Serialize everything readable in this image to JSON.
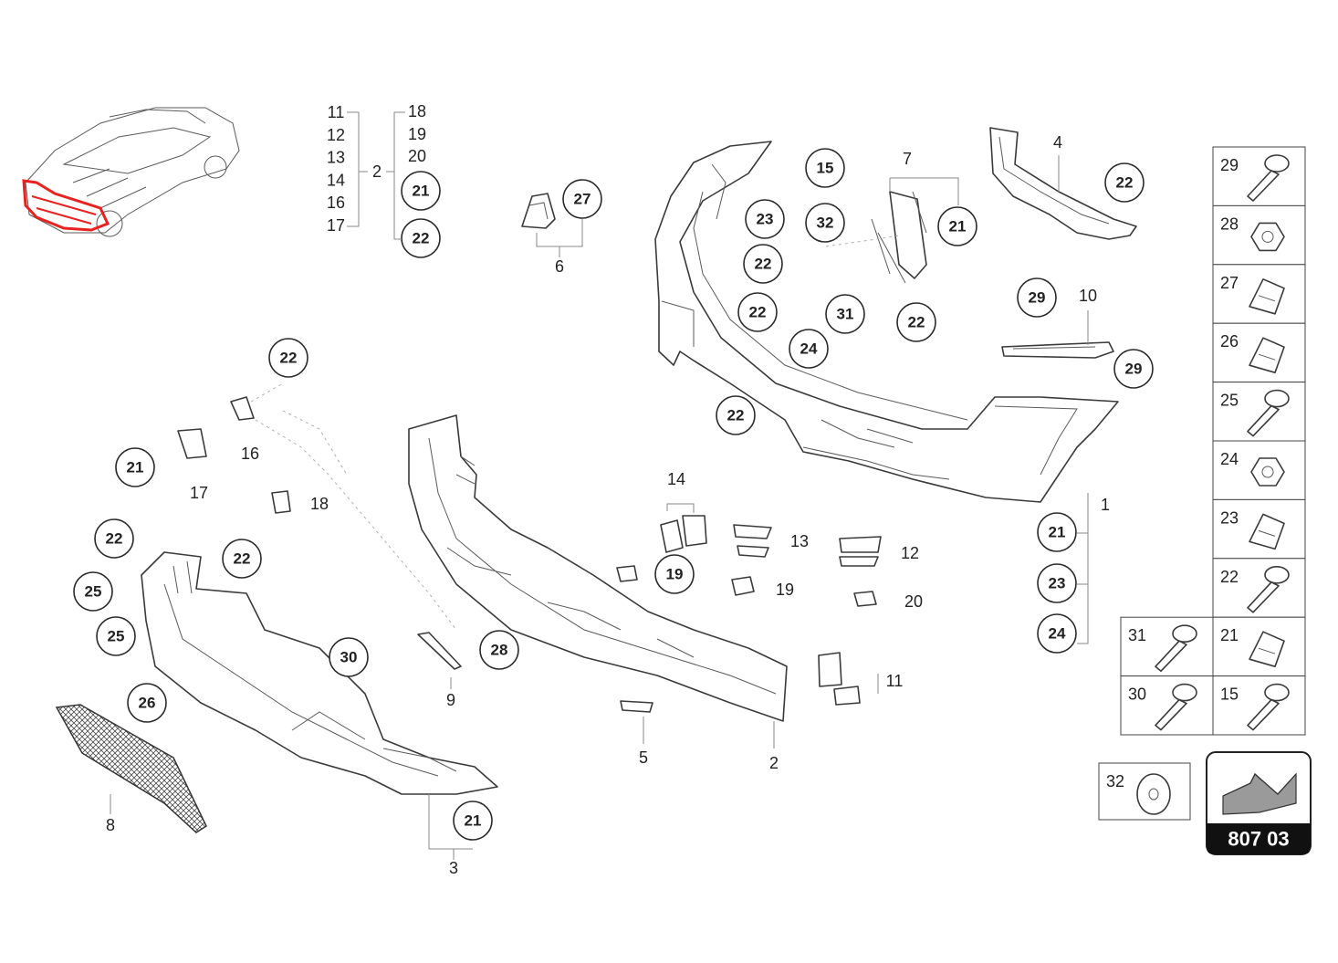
{
  "diagram": {
    "reference_code": "807 03",
    "group_list": {
      "assembly_number": "2",
      "left_items": [
        "11",
        "12",
        "13",
        "14",
        "16",
        "17"
      ],
      "right_items": [
        "18",
        "19",
        "20",
        "21",
        "22"
      ],
      "right_items_circled": [
        "21",
        "22"
      ]
    },
    "callouts": [
      {
        "id": "c-27",
        "label": "27",
        "circled": true
      },
      {
        "id": "c-6",
        "label": "6",
        "circled": false
      },
      {
        "id": "c-15",
        "label": "15",
        "circled": true
      },
      {
        "id": "c-7",
        "label": "7",
        "circled": false
      },
      {
        "id": "c-4",
        "label": "4",
        "circled": false
      },
      {
        "id": "c-22a",
        "label": "22",
        "circled": true
      },
      {
        "id": "c-23a",
        "label": "23",
        "circled": true
      },
      {
        "id": "c-32",
        "label": "32",
        "circled": true
      },
      {
        "id": "c-21a",
        "label": "21",
        "circled": true
      },
      {
        "id": "c-22b",
        "label": "22",
        "circled": true
      },
      {
        "id": "c-22c",
        "label": "22",
        "circled": true
      },
      {
        "id": "c-31",
        "label": "31",
        "circled": true
      },
      {
        "id": "c-22d",
        "label": "22",
        "circled": true
      },
      {
        "id": "c-29a",
        "label": "29",
        "circled": true
      },
      {
        "id": "c-10",
        "label": "10",
        "circled": false
      },
      {
        "id": "c-24a",
        "label": "24",
        "circled": true
      },
      {
        "id": "c-29b",
        "label": "29",
        "circled": true
      },
      {
        "id": "c-22e",
        "label": "22",
        "circled": true
      },
      {
        "id": "c-22f",
        "label": "22",
        "circled": true
      },
      {
        "id": "c-21b",
        "label": "21",
        "circled": true
      },
      {
        "id": "c-16",
        "label": "16",
        "circled": false
      },
      {
        "id": "c-17",
        "label": "17",
        "circled": false
      },
      {
        "id": "c-18",
        "label": "18",
        "circled": false
      },
      {
        "id": "c-14",
        "label": "14",
        "circled": false
      },
      {
        "id": "c-13",
        "label": "13",
        "circled": false
      },
      {
        "id": "c-12",
        "label": "12",
        "circled": false
      },
      {
        "id": "c-1",
        "label": "1",
        "circled": false
      },
      {
        "id": "c-21c",
        "label": "21",
        "circled": true
      },
      {
        "id": "c-22g",
        "label": "22",
        "circled": true
      },
      {
        "id": "c-22h",
        "label": "22",
        "circled": true
      },
      {
        "id": "c-25a",
        "label": "25",
        "circled": true
      },
      {
        "id": "c-25b",
        "label": "25",
        "circled": true
      },
      {
        "id": "c-19a",
        "label": "19",
        "circled": true
      },
      {
        "id": "c-19b",
        "label": "19",
        "circled": false
      },
      {
        "id": "c-20",
        "label": "20",
        "circled": false
      },
      {
        "id": "c-23b",
        "label": "23",
        "circled": true
      },
      {
        "id": "c-24b",
        "label": "24",
        "circled": true
      },
      {
        "id": "c-30",
        "label": "30",
        "circled": true
      },
      {
        "id": "c-28",
        "label": "28",
        "circled": true
      },
      {
        "id": "c-26",
        "label": "26",
        "circled": true
      },
      {
        "id": "c-9",
        "label": "9",
        "circled": false
      },
      {
        "id": "c-11",
        "label": "11",
        "circled": false
      },
      {
        "id": "c-5",
        "label": "5",
        "circled": false
      },
      {
        "id": "c-2",
        "label": "2",
        "circled": false
      },
      {
        "id": "c-8",
        "label": "8",
        "circled": false
      },
      {
        "id": "c-21d",
        "label": "21",
        "circled": true
      },
      {
        "id": "c-3",
        "label": "3",
        "circled": false
      }
    ],
    "fastener_table": {
      "right_column": [
        "29",
        "28",
        "27",
        "26",
        "25",
        "24",
        "23",
        "22",
        "21",
        "15"
      ],
      "left_column": [
        "31",
        "30"
      ],
      "separate": "32"
    },
    "colors": {
      "line": "#3a3a3a",
      "highlight": "#e8231f",
      "reference_box_fill": "#111111"
    }
  }
}
